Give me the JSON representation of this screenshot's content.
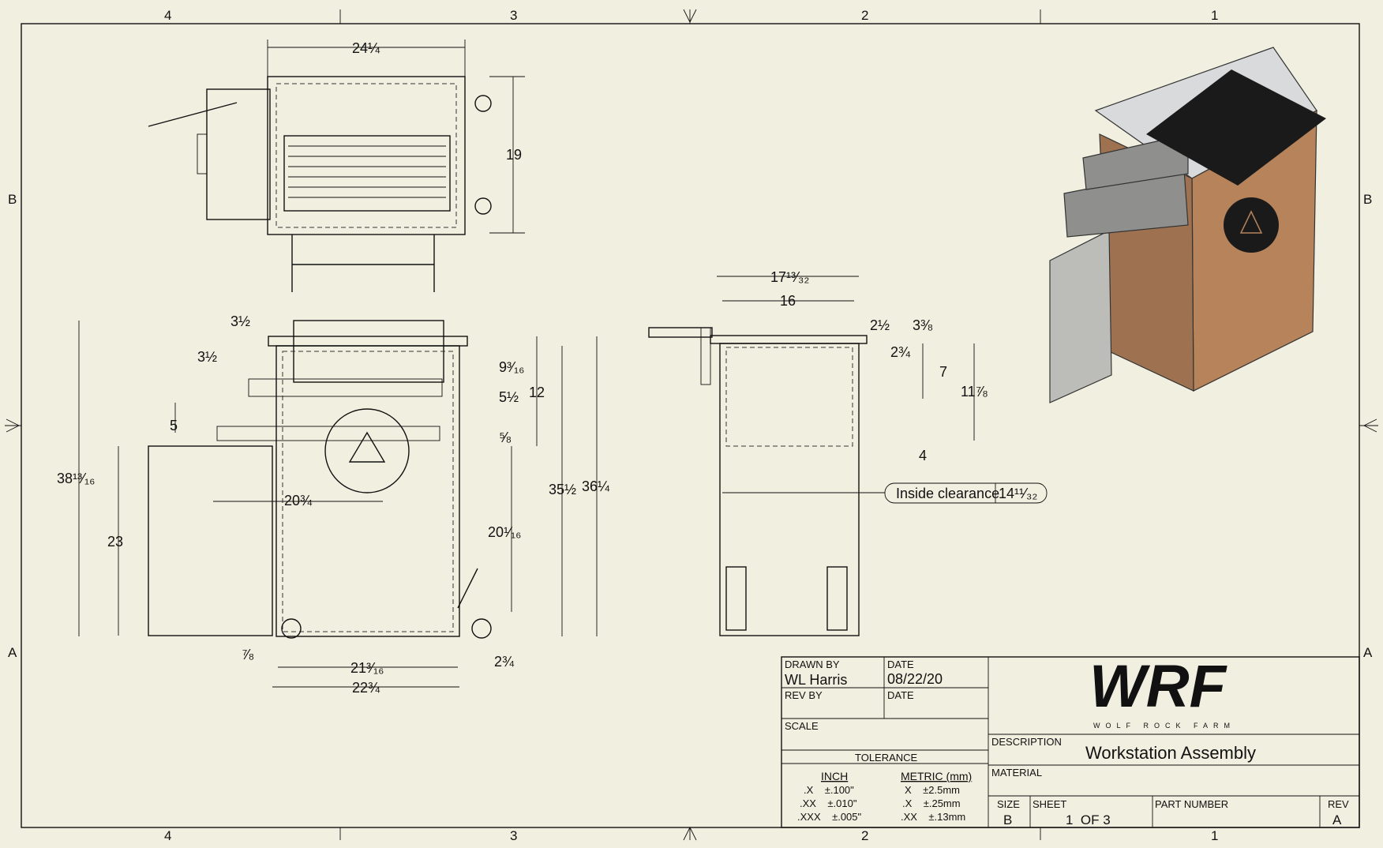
{
  "zones": {
    "columns": [
      "4",
      "3",
      "2",
      "1"
    ],
    "rows": [
      "B",
      "A"
    ]
  },
  "dimensions": {
    "top_width": "24¼",
    "top_depth": "19",
    "front_left_3_5_a": "3½",
    "front_left_3_5_b": "3½",
    "front_overall_height": "38¹³⁄₁₆",
    "front_5": "5",
    "front_23": "23",
    "front_20_75": "20¾",
    "front_9_3_16": "9³⁄₁₆",
    "front_5_5": "5½",
    "front_5_8": "⅝",
    "front_12": "12",
    "front_20_1_16": "20¹⁄₁₆",
    "front_35_5": "35½",
    "front_36_25": "36¼",
    "front_7_8": "⅞",
    "front_21_3_16": "21³⁄₁₆",
    "front_22_75": "22¾",
    "front_2_75": "2¾",
    "side_17_13_32": "17¹³⁄₃₂",
    "side_16": "16",
    "side_2_5": "2½",
    "side_3_375": "3⅜",
    "side_2_75": "2¾",
    "side_7": "7",
    "side_11_875": "11⅞",
    "side_4": "4",
    "clearance_label": "Inside clearance",
    "clearance_value": "14¹¹⁄₃₂"
  },
  "title_block": {
    "drawn_by_label": "DRAWN BY",
    "drawn_by": "WL Harris",
    "date_label": "DATE",
    "date": "08/22/20",
    "rev_by_label": "REV BY",
    "rev_date_label": "DATE",
    "scale_label": "SCALE",
    "tolerance_label": "TOLERANCE",
    "inch_label": "INCH",
    "inch_rows": [
      ".X    ±.100\"",
      ".XX    ±.010\"",
      ".XXX    ±.005\""
    ],
    "metric_label": "METRIC (mm)",
    "metric_rows": [
      "X    ±2.5mm",
      ".X    ±.25mm",
      ".XX    ±.13mm"
    ],
    "logo": "WRF",
    "logo_sub": "WOLF ROCK FARM",
    "description_label": "DESCRIPTION",
    "description": "Workstation Assembly",
    "material_label": "MATERIAL",
    "size_label": "SIZE",
    "size": "B",
    "sheet_label": "SHEET",
    "sheet": "1  OF 3",
    "part_number_label": "PART NUMBER",
    "rev_label": "REV",
    "rev": "A"
  }
}
